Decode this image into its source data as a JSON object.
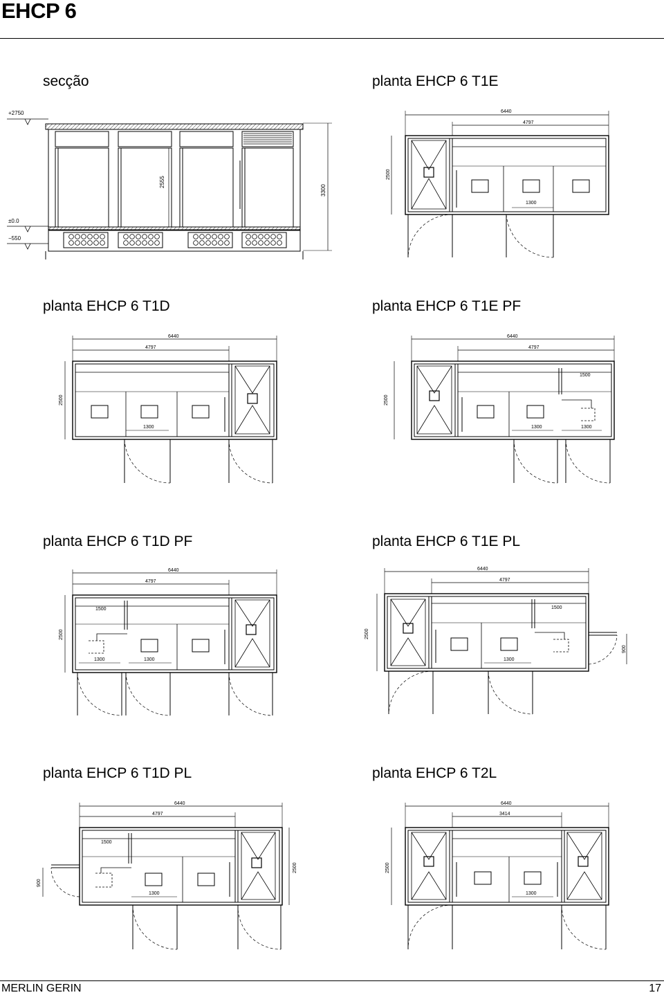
{
  "page": {
    "title": "EHCP 6"
  },
  "captions": {
    "seccao": "secção",
    "t1e": "planta EHCP 6 T1E",
    "t1d": "planta EHCP 6 T1D",
    "t1e_pf": "planta EHCP 6 T1E PF",
    "t1d_pf": "planta EHCP 6 T1D PF",
    "t1e_pl": "planta EHCP 6 T1E PL",
    "t1d_pl": "planta EHCP 6 T1D PL",
    "t2l": "planta EHCP 6 T2L"
  },
  "section": {
    "level_top": "+2750",
    "level_zero": "±0.0",
    "level_bottom": "−550",
    "dim_inner_height": "2555",
    "dim_total_height": "3300"
  },
  "dims": {
    "length": "6440",
    "inner_length": "4797",
    "inner_length_t2l": "3414",
    "width": "2500",
    "door": "1300",
    "door_pf": "1500",
    "lateral": "900"
  },
  "footer": {
    "brand": "MERLIN GERIN",
    "page_number": "17"
  }
}
